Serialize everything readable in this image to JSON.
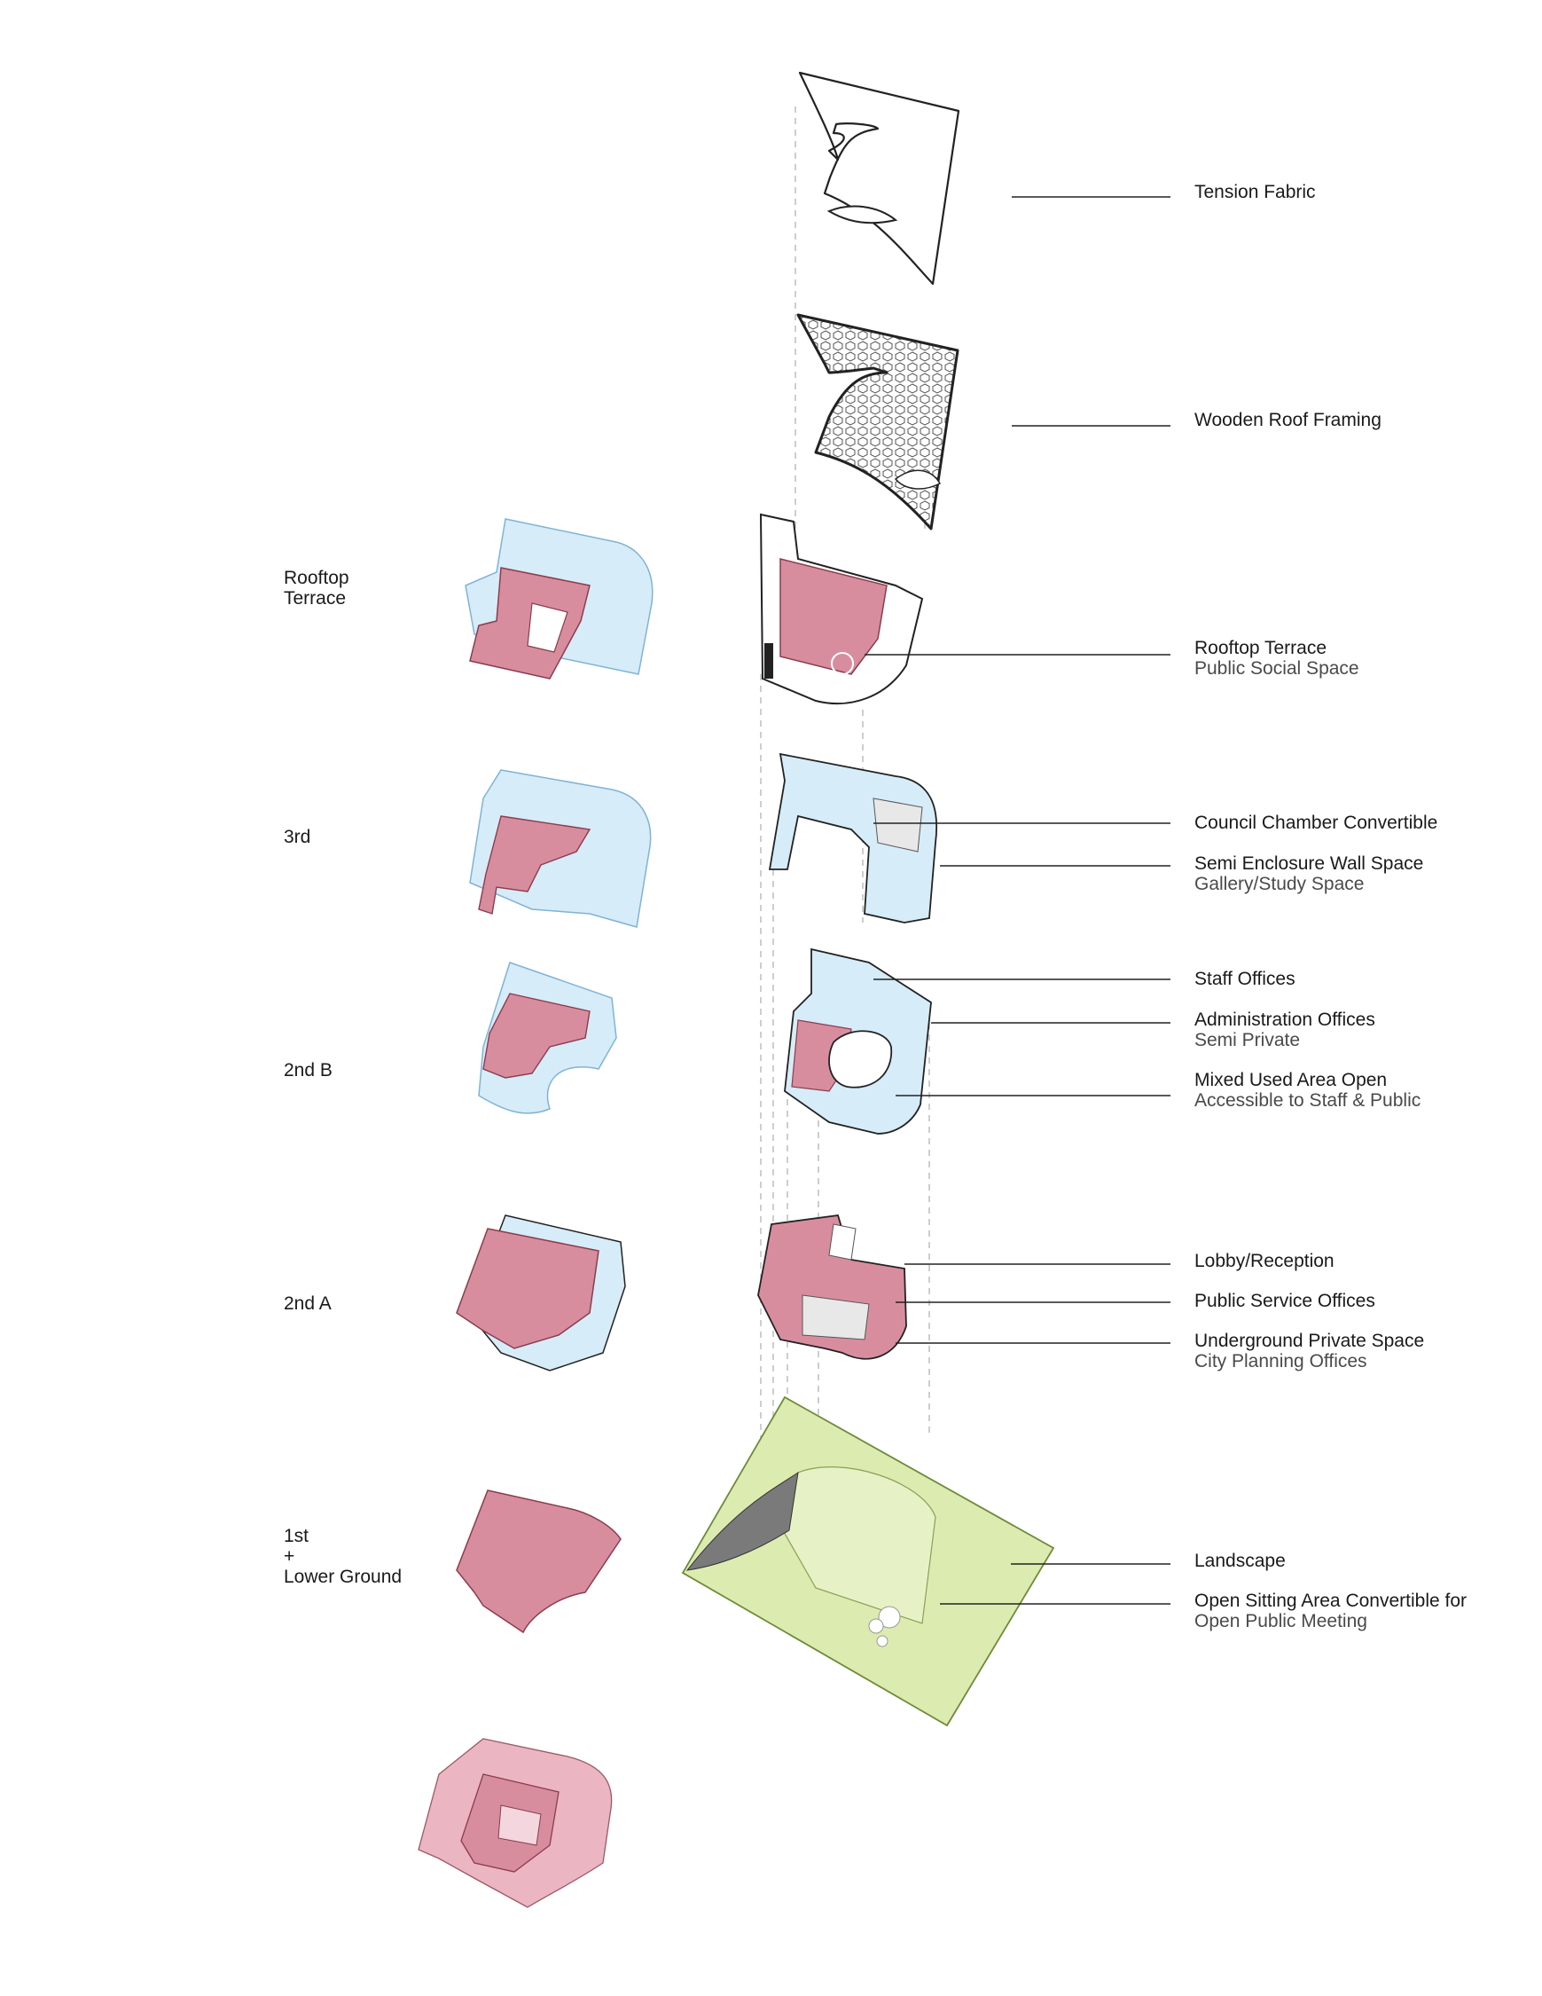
{
  "colors": {
    "private": "#d88d9f",
    "private_edge": "#8a3c4d",
    "public": "#d6ecf8",
    "public_edge": "#7fb3d6",
    "landscape": "#dcebb0",
    "landscape_edge": "#6f8a3a",
    "line": "#222222",
    "guide": "#b8b8b8"
  },
  "levels": [
    {
      "id": "rooftop",
      "label": "Rooftop\nTerrace"
    },
    {
      "id": "third",
      "label": "3rd"
    },
    {
      "id": "second-b",
      "label": "2nd B"
    },
    {
      "id": "second-a",
      "label": "2nd A"
    },
    {
      "id": "first",
      "label": "1st\n+\nLower Ground"
    }
  ],
  "annotations": [
    {
      "id": "tension-fabric",
      "title": "Tension Fabric",
      "subtitle": ""
    },
    {
      "id": "wooden-roof-framing",
      "title": "Wooden Roof Framing",
      "subtitle": ""
    },
    {
      "id": "rooftop-terrace",
      "title": "Rooftop Terrace",
      "subtitle": "Public Social Space"
    },
    {
      "id": "council-chamber",
      "title": "Council Chamber Convertible",
      "subtitle": ""
    },
    {
      "id": "semi-enclosure",
      "title": "Semi Enclosure Wall Space",
      "subtitle": "Gallery/Study Space"
    },
    {
      "id": "staff-offices",
      "title": "Staff Offices",
      "subtitle": ""
    },
    {
      "id": "administration-offices",
      "title": "Administration Offices",
      "subtitle": "Semi Private"
    },
    {
      "id": "mixed-used-area",
      "title": "Mixed Used Area Open",
      "subtitle": "Accessible to Staff & Public"
    },
    {
      "id": "lobby-reception",
      "title": "Lobby/Reception",
      "subtitle": ""
    },
    {
      "id": "public-service-offices",
      "title": "Public Service Offices",
      "subtitle": ""
    },
    {
      "id": "underground-private",
      "title": "Underground Private Space",
      "subtitle": "City Planning Offices"
    },
    {
      "id": "landscape",
      "title": "Landscape",
      "subtitle": ""
    },
    {
      "id": "open-sitting-area",
      "title": "Open Sitting Area Convertible for",
      "subtitle": "Open Public Meeting"
    }
  ]
}
